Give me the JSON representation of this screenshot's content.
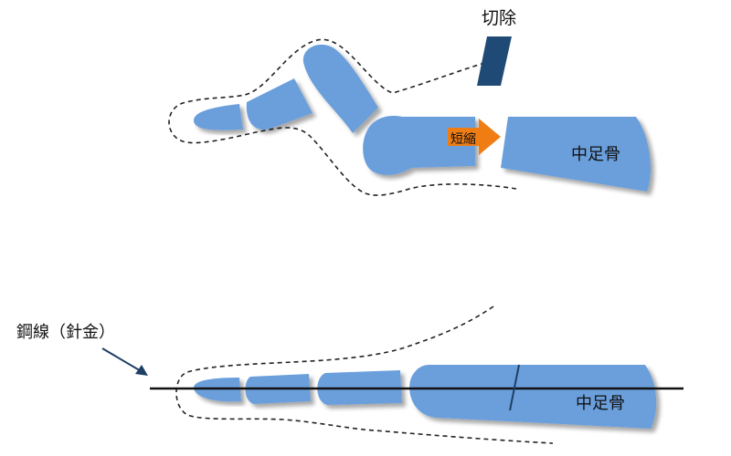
{
  "labels": {
    "excision": "切除",
    "shortening": "短縮",
    "metatarsal_top": "中足骨",
    "wire": "鋼線（針金）",
    "metatarsal_bottom": "中足骨"
  },
  "colors": {
    "bone": "#6a9fdc",
    "bone_shadow": "#b9b9b9",
    "excised_bone": "#1f4a75",
    "arrow": "#f07d14",
    "wire": "#111111",
    "pointer": "#1f3f66",
    "outline": "#222222",
    "background": "#ffffff"
  },
  "icons": {
    "shortening_arrow": "arrow-right-icon",
    "wire_pointer": "arrow-down-right-icon"
  }
}
